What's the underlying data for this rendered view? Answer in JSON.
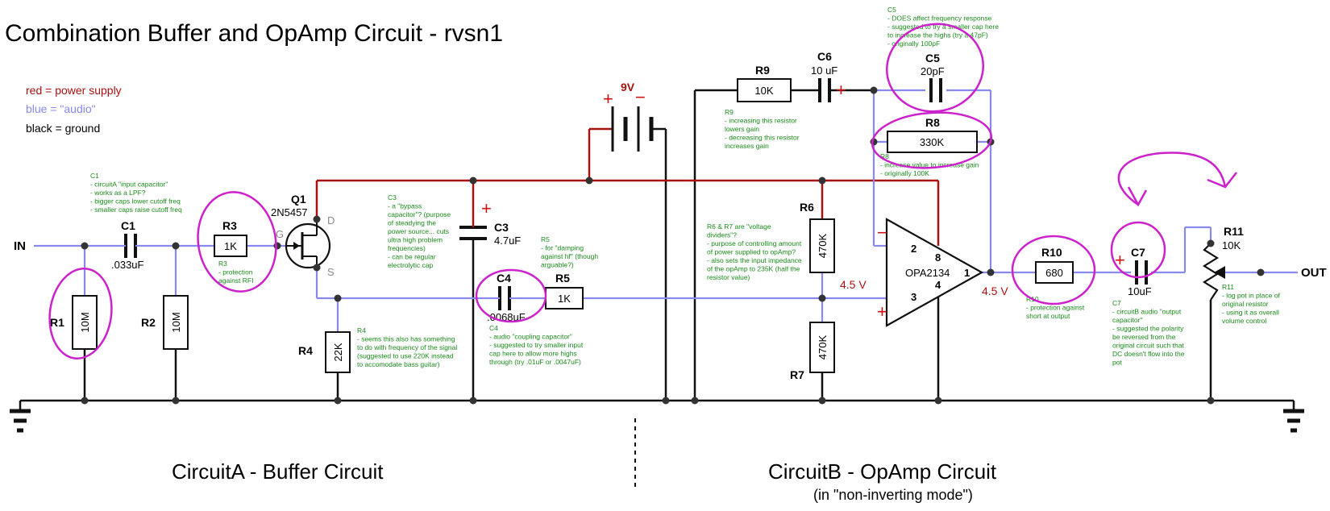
{
  "title": "Combination Buffer and OpAmp Circuit - rvsn1",
  "legend": {
    "red": "red = power supply",
    "blue": "blue = \"audio\"",
    "black": "black = ground"
  },
  "colors": {
    "power": "#aa1111",
    "audio": "#8888ee",
    "ground": "#111111",
    "notes": "#1a8a1a",
    "highlight": "#cc22cc"
  },
  "io": {
    "in": "IN",
    "out": "OUT"
  },
  "components": {
    "r1": {
      "label": "R1",
      "value": "10M"
    },
    "r2": {
      "label": "R2",
      "value": "10M"
    },
    "r3": {
      "label": "R3",
      "value": "1K"
    },
    "r4": {
      "label": "R4",
      "value": "22K"
    },
    "r5": {
      "label": "R5",
      "value": "1K"
    },
    "r6": {
      "label": "R6",
      "value": "470K"
    },
    "r7": {
      "label": "R7",
      "value": "470K"
    },
    "r8": {
      "label": "R8",
      "value": "330K"
    },
    "r9": {
      "label": "R9",
      "value": "10K"
    },
    "r10": {
      "label": "R10",
      "value": "680"
    },
    "r11": {
      "label": "R11",
      "value": "10K"
    },
    "c1": {
      "label": "C1",
      "value": ".033uF"
    },
    "c3": {
      "label": "C3",
      "value": "4.7uF"
    },
    "c4": {
      "label": "C4",
      "value": ".0068uF"
    },
    "c5": {
      "label": "C5",
      "value": "20pF"
    },
    "c6": {
      "label": "C6",
      "value": "10 uF"
    },
    "c7": {
      "label": "C7",
      "value": "10uF"
    },
    "q1": {
      "label": "Q1",
      "value": "2N5457",
      "pin_g": "G",
      "pin_d": "D",
      "pin_s": "S"
    },
    "battery": {
      "label": "9V"
    },
    "opamp": {
      "label": "OPA2134",
      "pin1": "1",
      "pin2": "2",
      "pin3": "3",
      "pin4": "4",
      "pin8": "8"
    }
  },
  "voltages": {
    "v_bias": "4.5 V",
    "v_out": "4.5 V"
  },
  "notes": {
    "c1": [
      "C1",
      "- circuitA \"input capacitor\"",
      "- works as a LPF?",
      "- bigger caps lower cutoff freq",
      "- smaller caps raise cutoff freq"
    ],
    "r3": [
      "R3",
      "- protection",
      "against RFI"
    ],
    "c3": [
      "C3",
      "- a \"bypass",
      "capacitor\"? (purpose",
      "of steadying the",
      "power source... cuts",
      "ultra high problem",
      "frequencies)",
      "- can be regular",
      "electrolytic cap"
    ],
    "r5": [
      "R5",
      "- for \"damping",
      "against hf\" (though",
      "arguable?)"
    ],
    "r4": [
      "R4",
      "- seems this also has something",
      "to do with frequency of the signal",
      "(suggested to use 220K instead",
      "to accomodate bass guitar)"
    ],
    "c4": [
      "C4",
      "- audio \"coupling capacitor\"",
      "- suggested to try smaller input",
      "cap here to allow more highs",
      "through (try .01uF or .0047uF)"
    ],
    "r9": [
      "R9",
      "- increasing this resistor",
      "lowers gain",
      "- decreasing this resistor",
      "increases gain"
    ],
    "c5": [
      "C5",
      "- DOES affect frequency response",
      "- suggested to try a smaller cap here",
      "to increase the highs (try a 47pF)",
      "- originally 100pF"
    ],
    "r8": [
      "R8",
      "- increase value to increase gain",
      "- originally 100K"
    ],
    "r6r7": [
      "R6 & R7 are \"voltage",
      "dividers\"?",
      "- purpose of controlling amount",
      "of power supplied to opAmp?",
      "- also sets the input impedance",
      "of the opAmp to 235K (half the",
      "resistor value)"
    ],
    "r10": [
      "R10",
      "- protection against",
      "short at output"
    ],
    "c7": [
      "C7",
      "- circuitB audio \"output",
      "capacitor\"",
      "- suggested the polarity",
      "be reversed from the",
      "original circuit such that",
      "DC doesn't flow into the",
      "pot"
    ],
    "r11": [
      "R11",
      "- log pot in place of",
      "original resistor",
      "- using it as overall",
      "volume control"
    ]
  },
  "sections": {
    "a": "CircuitA - Buffer Circuit",
    "b": "CircuitB - OpAmp Circuit",
    "b_sub": "(in \"non-inverting mode\")"
  }
}
